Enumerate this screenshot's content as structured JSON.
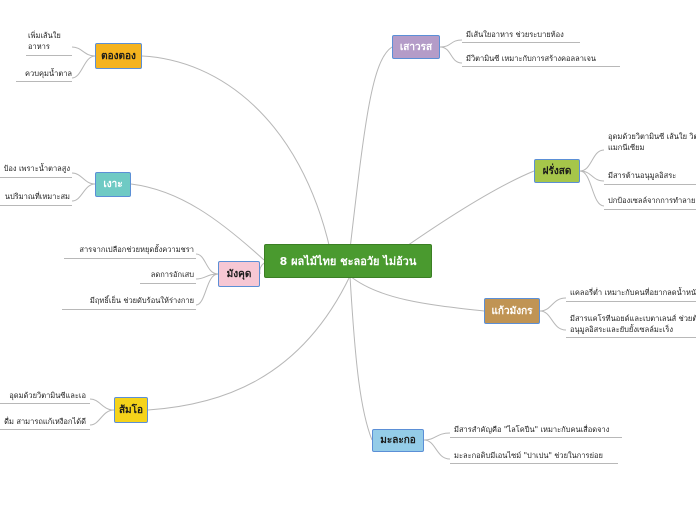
{
  "central": {
    "label": "8 ผลไม้ไทย ชะลอวัย ไม่อ้วน",
    "color": "#4a9a2f"
  },
  "branches": [
    {
      "key": "faraws",
      "label": "เสาวรส",
      "color": "#b49cc8",
      "leaves": [
        "มีเส้นใยอาหาร ช่วยระบายท้อง",
        "มีวิตามินซี เหมาะกับการสร้างคอลลาเจน"
      ]
    },
    {
      "key": "farang",
      "label": "ฝรั่งสด",
      "color": "#a6c64a",
      "leaves": [
        "อุดมด้วยวิตามินซี เส้นใย วิตามินเอ โพแทสเซียม ทองแดง และแมกนีเซียม",
        "มีสารต้านอนุมูลอิสระ",
        "ปกป้องเซลล์จากการทำลาย"
      ]
    },
    {
      "key": "kaewmangkon",
      "label": "แก้วมังกร",
      "color": "#c09454",
      "leaves": [
        "แคลอรี่ต่ำ เหมาะกับคนที่อยากลดน้ำหนัก",
        "มีสารแคโรทีนอยด์และเบตาเลนส์ ช่วยต้านอนุมูลอิสระและยับยั้งเซลล์มะเร็ง"
      ]
    },
    {
      "key": "malakor",
      "label": "มะละกอ",
      "color": "#94cce8",
      "leaves": [
        "มีสารสำคัญคือ \"ไลโคปีน\" เหมาะกับคนเสื่อดจาง",
        "มะละกอดิบมีเอนไซม์ \"ปาเปน\" ช่วยในการย่อย"
      ]
    },
    {
      "key": "somo",
      "label": "ส้มโอ",
      "color": "#f5d31a",
      "leaves": [
        "อุดมด้วยวิตามินซีและเอ",
        "ดื่ม สามารถแก้เหงือกได้ดี"
      ]
    },
    {
      "key": "mangkhut",
      "label": "มังคุด",
      "color": "#f6c7d4",
      "leaves": [
        "สารจากเปลือกช่วยหยุดยั้งความชรา",
        "ลดการอักเสบ",
        "มีฤทธิ์เย็น ช่วยดับร้อนให้ร่างกาย"
      ]
    },
    {
      "key": "ngo",
      "label": "เงาะ",
      "color": "#6fcac4",
      "leaves": [
        "ป้อง เพราะน้ำตาลสูง",
        "นปริมาณที่เหมาะสม"
      ]
    },
    {
      "key": "thongthong",
      "label": "ตองตอง",
      "color": "#f5b31e",
      "leaves": [
        "เพิ่มเส้นใยอาหาร",
        "ควบคุมน้ำตาล"
      ]
    }
  ]
}
